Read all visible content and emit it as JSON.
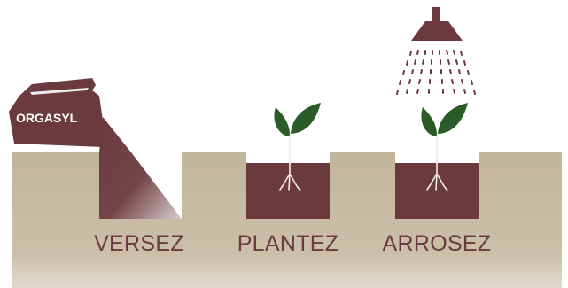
{
  "product": {
    "brand": "ORGASYL"
  },
  "steps": [
    {
      "label": "VERSEZ"
    },
    {
      "label": "PLANTEZ"
    },
    {
      "label": "ARROSEZ"
    }
  ],
  "colors": {
    "soil": "#c2b59c",
    "soil_light": "#d3c8b2",
    "brown": "#6b3a3f",
    "leaf": "#2c5b2a",
    "root": "#f2eee6",
    "label": "#6b3a3f",
    "background": "#ffffff"
  },
  "icons": {
    "bag": "fertilizer-bag-icon",
    "watering": "watering-can-head-icon",
    "plant": "seedling-icon"
  }
}
